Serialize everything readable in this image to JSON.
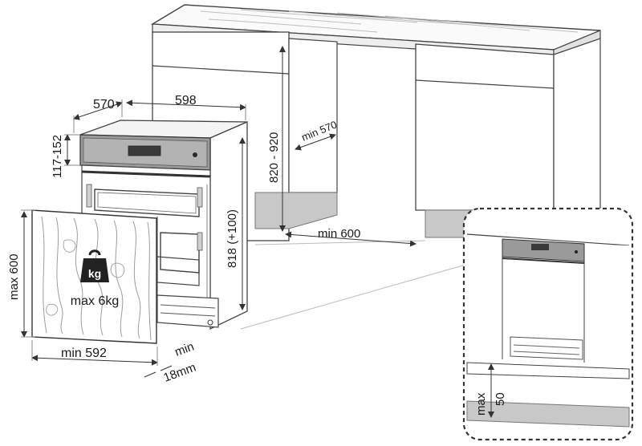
{
  "dimensions": {
    "depth": "570",
    "width": "598",
    "panel_height_range": "117-152",
    "niche_height": "820 - 920",
    "niche_depth_min": "min 570",
    "appliance_height": "818 (+100)",
    "niche_width_min": "min 600",
    "door_height_max": "max 600",
    "door_width_min": "min 592",
    "door_thickness_min": "min",
    "door_thickness_value": "18mm",
    "plinth_max_label": "max",
    "plinth_max_value": "50"
  },
  "door_weight": {
    "badge": "kg",
    "label": "max 6kg"
  },
  "colors": {
    "line": "#3a3a3a",
    "wood_fill": "#ffffff",
    "gray_plinth": "#c8c8c8",
    "panel_gray": "#9a9a9a"
  },
  "icons": {
    "weight": "kg-weight-icon"
  }
}
